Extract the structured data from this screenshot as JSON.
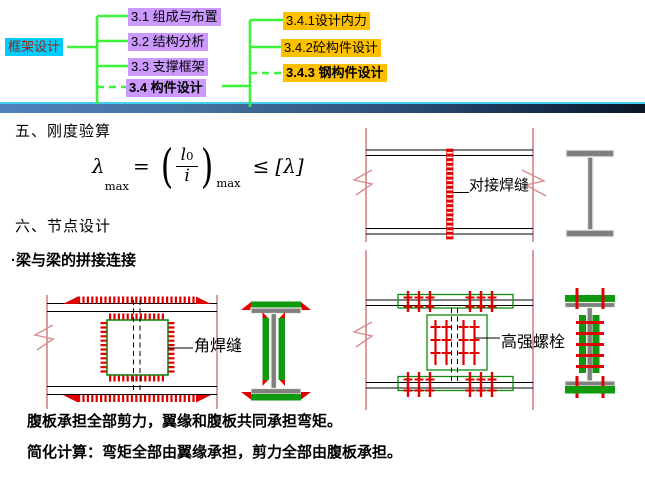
{
  "tree": {
    "root": {
      "label": "框架设计"
    },
    "level1": [
      {
        "label": "3.1 组成与布置"
      },
      {
        "label": "3.2 结构分析"
      },
      {
        "label": "3.3 支撑框架"
      },
      {
        "label": "3.4 构件设计"
      }
    ],
    "level2": [
      {
        "label": "3.4.1设计内力"
      },
      {
        "label": "3.4.2砼构件设计"
      },
      {
        "label": "3.4.3 钢构件设计"
      }
    ]
  },
  "sections": {
    "stiffness_title": "五、刚度验算",
    "joint_title": "六、节点设计",
    "bullet_item": "·梁与梁的拼接连接"
  },
  "formula": {
    "lambda": "λ",
    "sub1": "max",
    "equals": "=",
    "numerator": "l",
    "numerator_sub": "0",
    "denominator": "i",
    "sub2": "max",
    "relation": "≤",
    "allowable": "[λ]"
  },
  "diagram_labels": {
    "butt_weld": "对接焊缝",
    "fillet_weld": "角焊缝",
    "high_strength_bolt": "高强螺栓"
  },
  "footer": {
    "line1": "腹板承担全部剪力，翼缘和腹板共同承担弯矩。",
    "line2": "简化计算：弯矩全部由翼缘承担，剪力全部由腹板承担。"
  },
  "colors": {
    "tree_line_green": "#3DF23D",
    "root_box_bg": "#00CCFF",
    "root_box_text": "#992211",
    "level1_box_bg": "#CC99FF",
    "level2_box_bg": "#FFC000",
    "divider_top_line": "#41D0F0",
    "divider_gradient_start": "#4F81BD",
    "divider_gradient_end": "#0A1626",
    "weld_red": "#E00000",
    "plate_green": "#0E8A0E",
    "steel_gray": "#7F7F7F",
    "beam_edge_red": "#C05A5A"
  }
}
